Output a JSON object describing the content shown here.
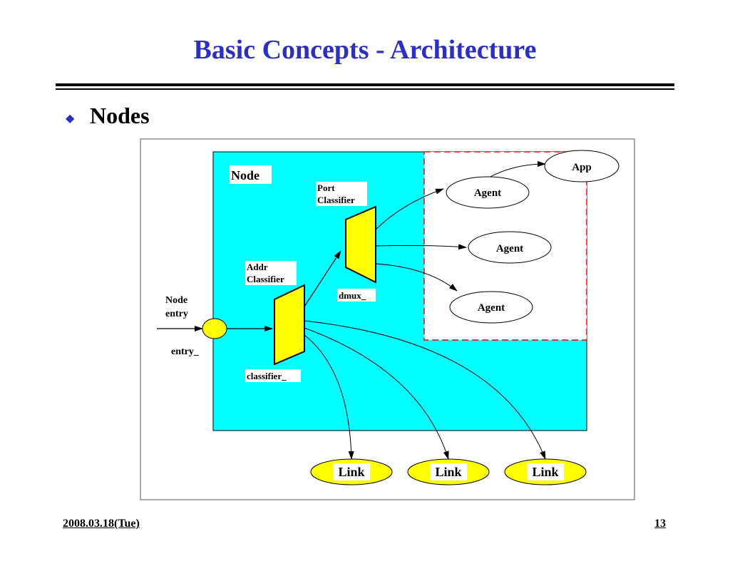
{
  "slide": {
    "title": "Basic Concepts - Architecture",
    "bullet": "Nodes",
    "date": "2008.03.18(Tue)",
    "page": "13"
  },
  "diagram": {
    "node_label": "Node",
    "node_entry": [
      "Node",
      "entry"
    ],
    "entry_var": "entry_",
    "addr_classifier": [
      "Addr",
      "Classifier"
    ],
    "classifier_var": "classifier_",
    "port_classifier": [
      "Port",
      "Classifier"
    ],
    "dmux_var": "dmux_",
    "agents": [
      "Agent",
      "Agent",
      "Agent"
    ],
    "app": "App",
    "links": [
      "Link",
      "Link",
      "Link"
    ],
    "colors": {
      "node_fill": "#00ffff",
      "classifier_fill": "#ffff00",
      "agent_box_border": "#ff0000",
      "title": "#2b2fc8"
    }
  }
}
